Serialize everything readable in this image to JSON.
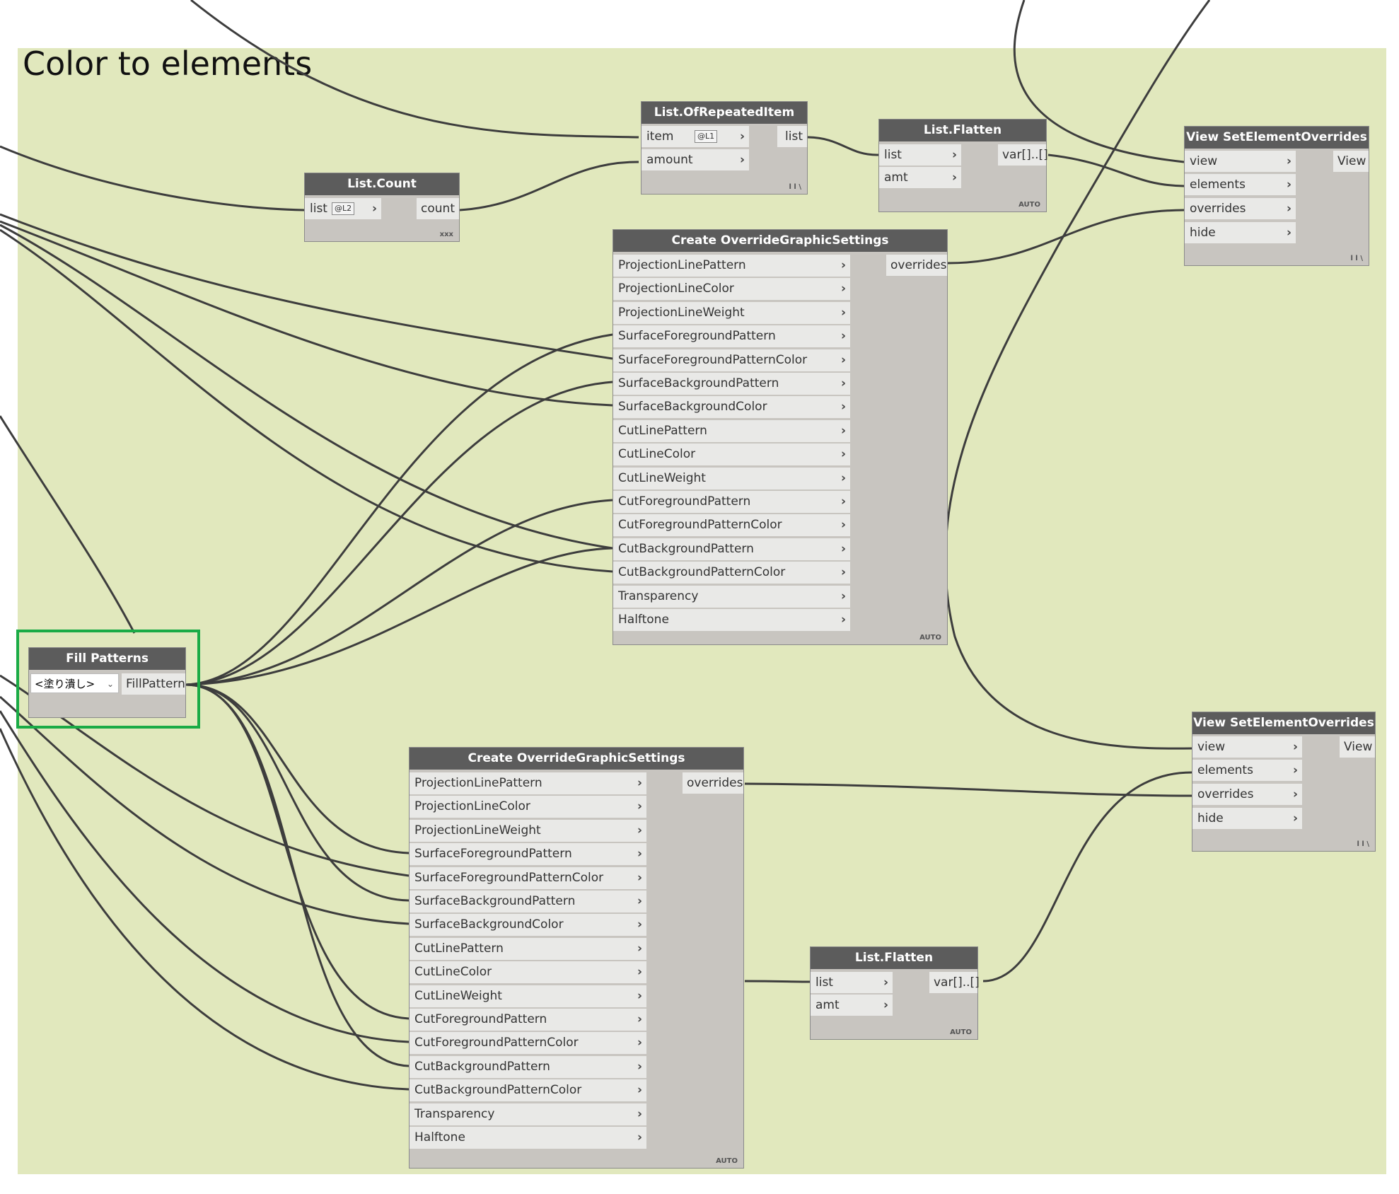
{
  "group": {
    "title": "Color to elements",
    "color": "#e1e8bd"
  },
  "highlight_color": "#1aab46",
  "nodes": {
    "repeated": {
      "title": "List.OfRepeatedItem",
      "inputs": [
        "item",
        "amount"
      ],
      "output": "list",
      "level": "@L1",
      "lacing": "l l \\"
    },
    "count": {
      "title": "List.Count",
      "inputs": [
        "list"
      ],
      "output": "count",
      "level": "@L2",
      "lacing": "xxx"
    },
    "flatten1": {
      "title": "List.Flatten",
      "inputs": [
        "list",
        "amt"
      ],
      "output": "var[]..[]",
      "lacing": "AUTO"
    },
    "seo1": {
      "title": "View SetElementOverrides",
      "inputs": [
        "view",
        "elements",
        "overrides",
        "hide"
      ],
      "output": "View",
      "lacing": "l l \\"
    },
    "ogs1": {
      "title": "Create OverrideGraphicSettings",
      "output": "overrides",
      "lacing": "AUTO"
    },
    "fill": {
      "title": "Fill Patterns",
      "selected": "<塗り潰し>",
      "output": "FillPattern"
    },
    "seo2": {
      "title": "View SetElementOverrides",
      "inputs": [
        "view",
        "elements",
        "overrides",
        "hide"
      ],
      "output": "View",
      "lacing": "l l \\"
    },
    "ogs2": {
      "title": "Create OverrideGraphicSettings",
      "output": "overrides",
      "lacing": "AUTO"
    },
    "flatten2": {
      "title": "List.Flatten",
      "inputs": [
        "list",
        "amt"
      ],
      "output": "var[]..[]",
      "lacing": "AUTO"
    }
  },
  "ogs_inputs": [
    "ProjectionLinePattern",
    "ProjectionLineColor",
    "ProjectionLineWeight",
    "SurfaceForegroundPattern",
    "SurfaceForegroundPatternColor",
    "SurfaceBackgroundPattern",
    "SurfaceBackgroundColor",
    "CutLinePattern",
    "CutLineColor",
    "CutLineWeight",
    "CutForegroundPattern",
    "CutForegroundPatternColor",
    "CutBackgroundPattern",
    "CutBackgroundPatternColor",
    "Transparency",
    "Halftone"
  ]
}
